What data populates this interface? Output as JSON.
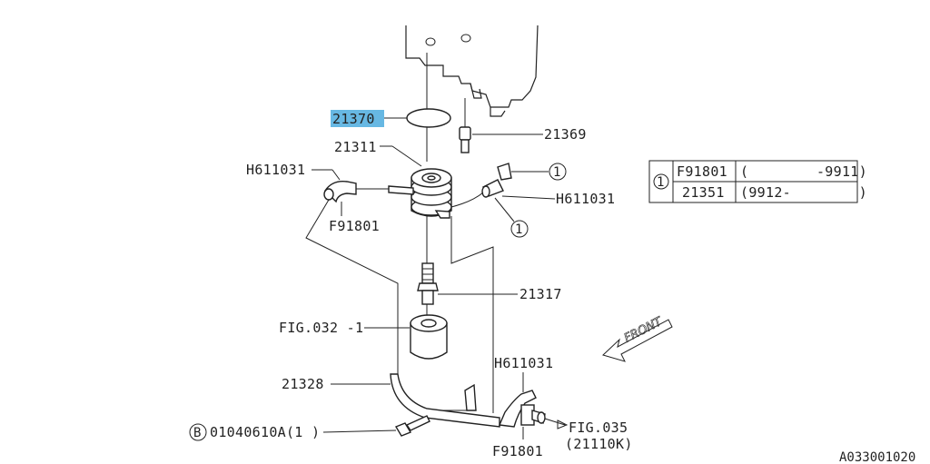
{
  "diagram": {
    "colors": {
      "highlight": "#67b8e3",
      "line": "#222222",
      "background": "#ffffff"
    },
    "labels": {
      "p21370": "21370",
      "p21369": "21369",
      "p21311": "21311",
      "h611031_a": "H611031",
      "h611031_b": "H611031",
      "h611031_c": "H611031",
      "f91801_a": "F91801",
      "f91801_b": "F91801",
      "p21317": "21317",
      "fig032": "FIG.032 -1",
      "p21328": "21328",
      "bolt_ref": "01040610A(1  )",
      "bolt_marker": "B",
      "fig035_a": "FIG.035",
      "fig035_b": "(21110K)",
      "front": "FRONT",
      "callout_1a": "1",
      "callout_1b": "1",
      "image_id": "A033001020"
    },
    "table": {
      "ref": "1",
      "rows": [
        {
          "part": "F91801",
          "range": "(        -9911)"
        },
        {
          "part": "21351",
          "range": "(9912-        )"
        }
      ]
    }
  }
}
